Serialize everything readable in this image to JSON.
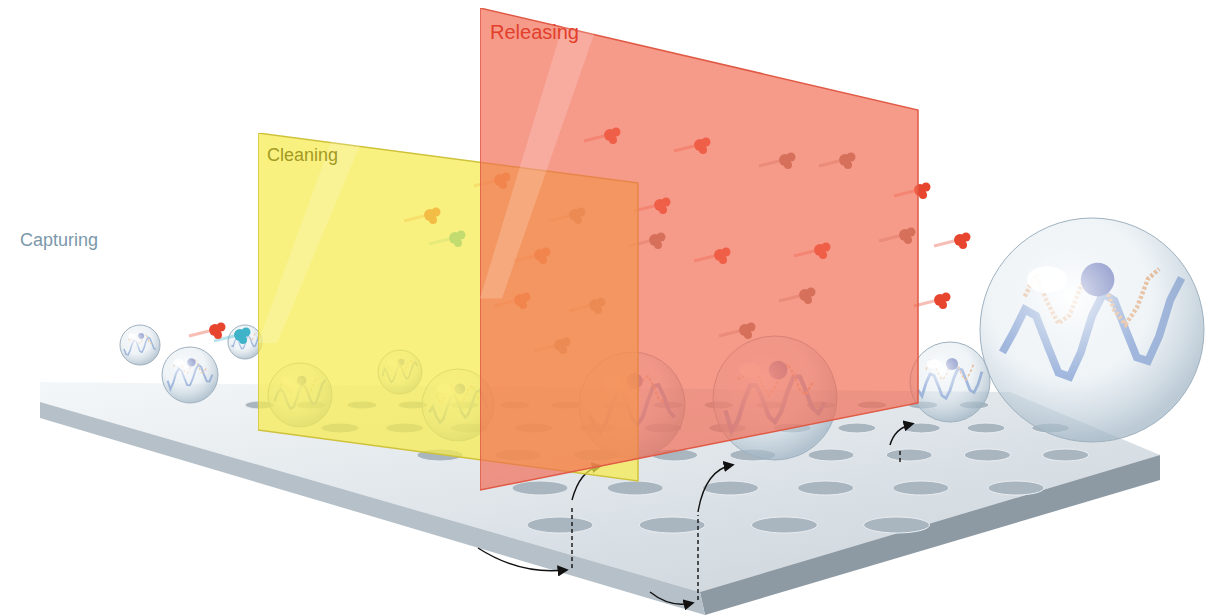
{
  "diagram": {
    "nodes": [
      {
        "text": [
          "Cleaning"
        ]
      },
      {
        "text": [
          "Releasing"
        ]
      }
    ],
    "labels": [
      "Capturing"
    ]
  }
}
